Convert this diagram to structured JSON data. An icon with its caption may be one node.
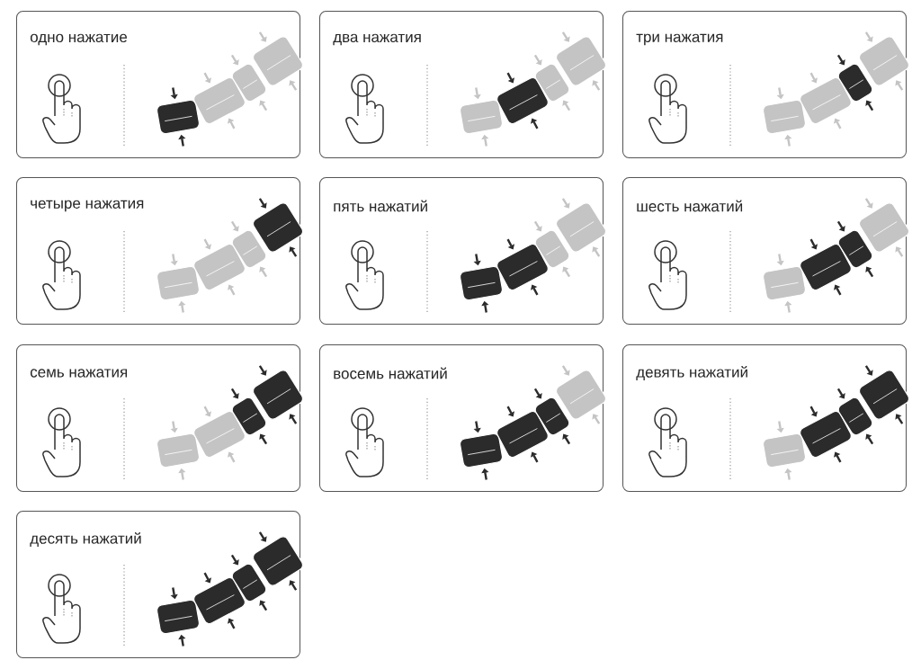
{
  "diagram": {
    "nodes": [
      {
        "text": [
          "одно нажатие"
        ]
      },
      {
        "text": [
          "два нажатия"
        ]
      },
      {
        "text": [
          "три нажатия"
        ]
      },
      {
        "text": [
          "четыре нажатия"
        ]
      },
      {
        "text": [
          "пять нажатий"
        ]
      },
      {
        "text": [
          "шесть нажатий"
        ]
      },
      {
        "text": [
          "семь нажатия"
        ]
      },
      {
        "text": [
          "восемь нажатий"
        ]
      },
      {
        "text": [
          "девять нажатий"
        ]
      },
      {
        "text": [
          "десять нажатий"
        ]
      }
    ]
  }
}
